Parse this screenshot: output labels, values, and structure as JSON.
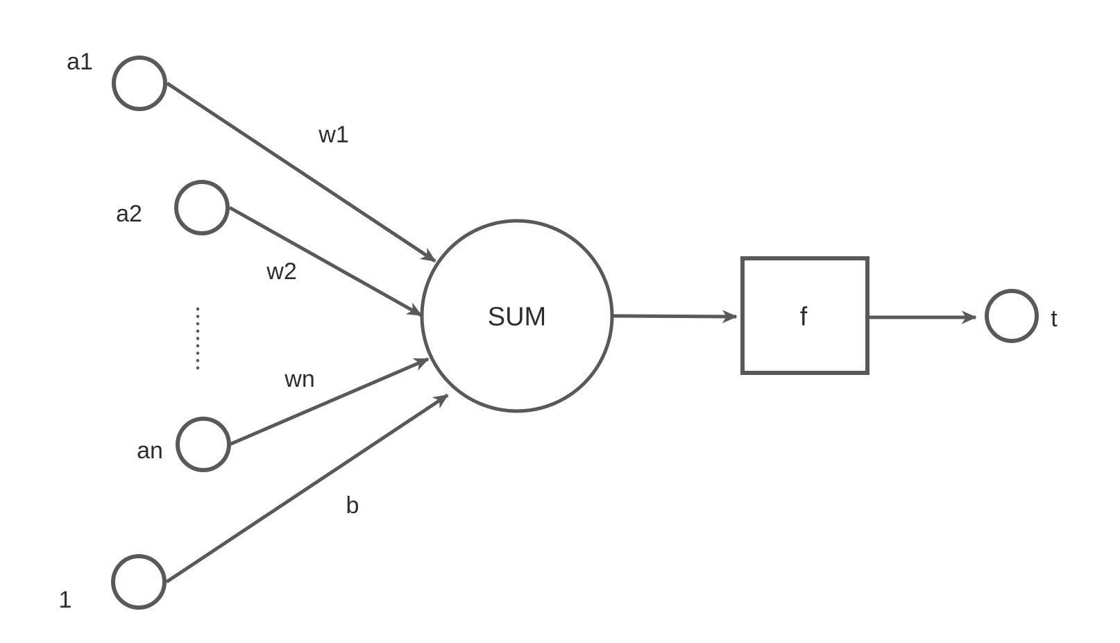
{
  "diagram": {
    "title": "perceptron-neuron-diagram",
    "background_color": "#ffffff",
    "stroke_color": "#595959",
    "text_color": "#2d2d2d",
    "inputs": [
      {
        "label": "a1"
      },
      {
        "label": "a2"
      },
      {
        "label": "an"
      },
      {
        "label": "1"
      }
    ],
    "weights": [
      {
        "label": "w1"
      },
      {
        "label": "w2"
      },
      {
        "label": "wn"
      },
      {
        "label": "b"
      }
    ],
    "sum_node": {
      "label": "SUM",
      "shape": "circle"
    },
    "activation_node": {
      "label": "f",
      "shape": "square"
    },
    "output_node": {
      "label": "t",
      "shape": "circle"
    },
    "ellipsis_icon": "vertical-dotted-line"
  }
}
